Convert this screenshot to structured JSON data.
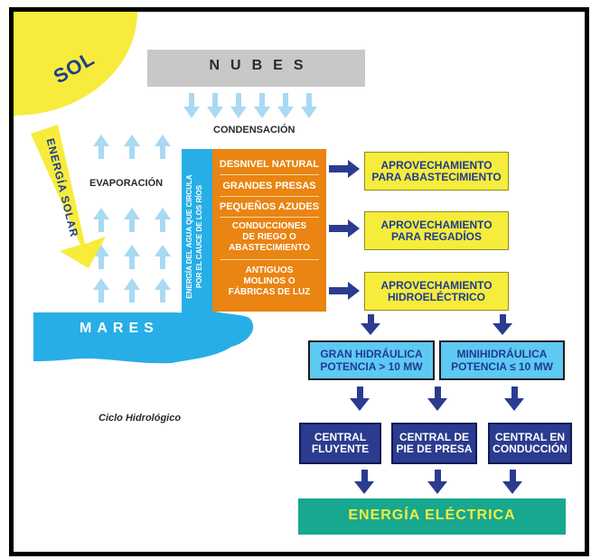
{
  "sol": "SOL",
  "nubes": "NUBES",
  "condensacion": "CONDENSACIÓN",
  "evaporacion": "EVAPORACIÓN",
  "energia_solar": "ENERGÍA SOLAR",
  "mares": "MARES",
  "vertical_label_line1": "ENERGÍA DEL AGUA QUE CIRCULA",
  "vertical_label_line2": "POR EL CAUCE DE LOS RÍOS",
  "orange_items": [
    "DESNIVEL NATURAL",
    "GRANDES PRESAS",
    "PEQUEÑOS AZUDES",
    "CONDUCCIONES\nDE RIEGO O\nABASTECIMIENTO",
    "ANTIGUOS\nMOLINOS O\nFÁBRICAS DE LUZ"
  ],
  "uses": [
    "APROVECHAMIENTO\nPARA ABASTECIMIENTO",
    "APROVECHAMIENTO\nPARA REGADÍOS",
    "APROVECHAMIENTO\nHIDROELÉCTRICO"
  ],
  "gran_hidraulica": "GRAN HIDRÁULICA\nPOTENCIA > 10 MW",
  "minihidraulica": "MINIHIDRÁULICA\nPOTENCIA ≤ 10 MW",
  "centrales": [
    "CENTRAL\nFLUYENTE",
    "CENTRAL DE\nPIE DE PRESA",
    "CENTRAL EN\nCONDUCCIÓN"
  ],
  "energia_electrica": "ENERGÍA ELÉCTRICA",
  "caption": "Ciclo Hidrológico",
  "colors": {
    "sun": "#f7ec3b",
    "cloud": "#c8c8c8",
    "sky_arrow": "#a9d9f3",
    "sea": "#27aee6",
    "orange": "#ea8412",
    "yellow_box": "#f6ec3b",
    "light_blue_box": "#5ec9f2",
    "navy": "#2b3b8f",
    "teal": "#17a88f"
  }
}
